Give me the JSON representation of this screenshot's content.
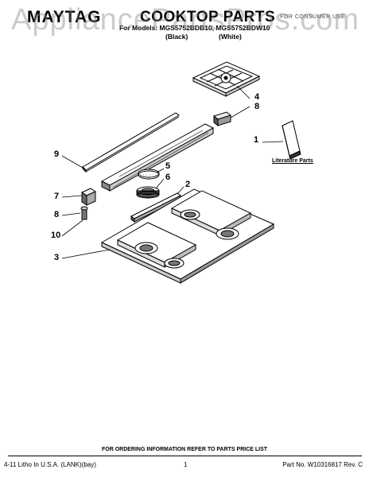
{
  "header": {
    "brand": "MAYTAG",
    "title": "COOKTOP PARTS",
    "corner_note": "FOR CONSUMER USE",
    "models_line": "For Models: MGS5752BDB10, MGS5752BDW10",
    "color_black": "(Black)",
    "color_white": "(White)"
  },
  "watermark": "AppliancePartsPros.com",
  "callouts": {
    "c1": "1",
    "c2": "2",
    "c3": "3",
    "c4": "4",
    "c5": "5",
    "c6": "6",
    "c7": "7",
    "c8a": "8",
    "c8b": "8",
    "c9": "9",
    "c10": "10"
  },
  "literature_label": "Literature Parts",
  "footer": {
    "ordering": "FOR ORDERING INFORMATION REFER TO PARTS PRICE LIST",
    "left": "4-11 Litho In U.S.A. (LANK)(bay)",
    "center": "1",
    "right": "Part No. W10316817 Rev. C"
  }
}
